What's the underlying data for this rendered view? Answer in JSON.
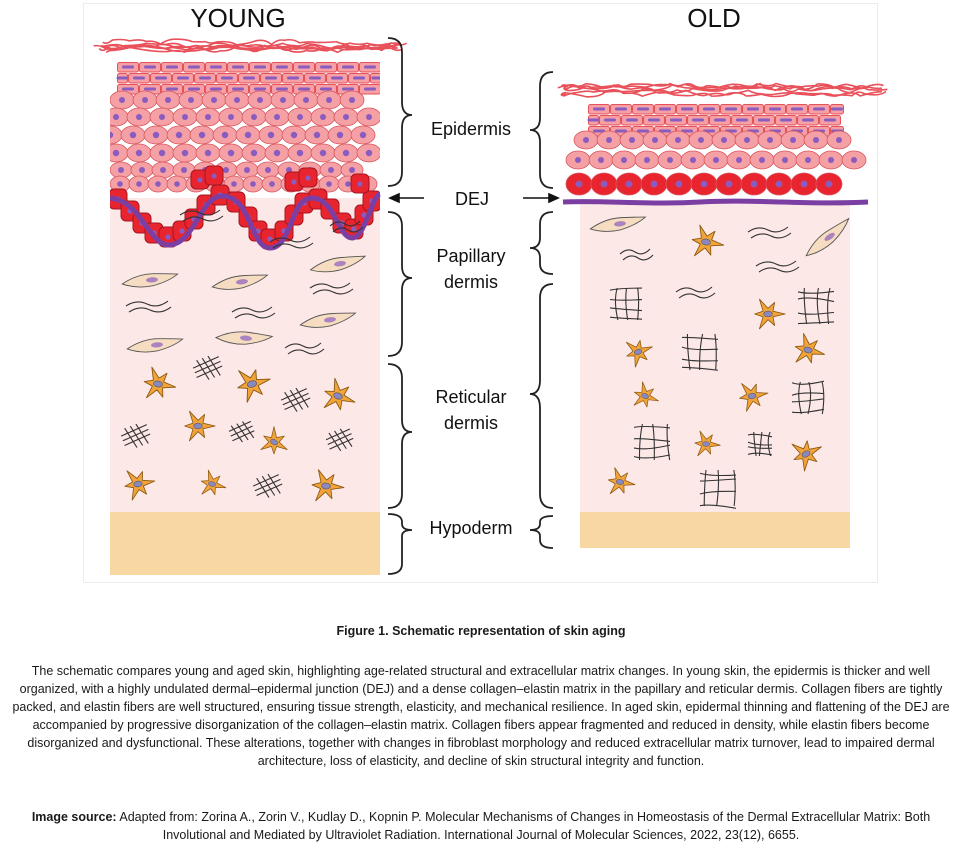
{
  "diagram": {
    "young_title": "YOUNG",
    "old_title": "OLD",
    "labels": {
      "epidermis": "Epidermis",
      "dej": "DEJ",
      "papillary_line1": "Papillary",
      "papillary_line2": "dermis",
      "reticular_line1": "Reticular",
      "reticular_line2": "dermis",
      "hypoderm": "Hypoderm"
    },
    "colors": {
      "stratum_corneum": "#e8505a",
      "keratinocyte": "#f4a0a4",
      "keratinocyte_nucleus": "#8a5cc0",
      "basal_cell": "#e8252f",
      "basement_membrane": "#7b3fa3",
      "dermis": "#fde8e8",
      "hypodermis": "#f9d7a3",
      "fibroblast_papillary": "#f6dcc0",
      "fibroblast_reticular": "#f2a33a",
      "fiber": "#333333"
    }
  },
  "caption": {
    "title": "Figure 1. Schematic representation of skin aging",
    "body": "The schematic compares young and aged skin, highlighting age-related structural and extracellular matrix changes. In young skin, the epidermis is thicker and well organized, with a highly undulated dermal–epidermal junction (DEJ) and a dense collagen–elastin matrix in the papillary and reticular dermis. Collagen fibers are tightly packed, and elastin fibers are well structured, ensuring tissue strength, elasticity, and mechanical resilience. In aged skin, epidermal thinning and flattening of the DEJ are accompanied by progressive disorganization of the collagen–elastin matrix. Collagen fibers appear fragmented and reduced in density, while elastin fibers become disorganized and dysfunctional. These alterations, together with changes in fibroblast morphology and reduced extracellular matrix turnover, lead to impaired dermal architecture, loss of elasticity, and decline of skin structural integrity and function.",
    "source_label": "Image source:",
    "source_text": " Adapted from: Zorina A., Zorin V., Kudlay D., Kopnin P. Molecular Mechanisms of Changes in Homeostasis of the Dermal Extracellular Matrix: Both Involutional and Mediated by Ultraviolet Radiation. International Journal of Molecular Sciences, 2022, 23(12), 6655."
  }
}
